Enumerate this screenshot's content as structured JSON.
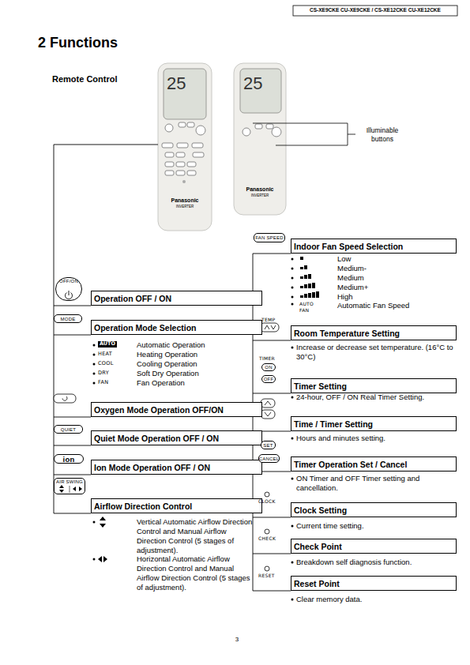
{
  "diagram": {
    "title": "2 Functions",
    "nodes": [
      {
        "text": [
          "OFF/ON"
        ]
      },
      {
        "text": [
          "Operation OFF / ON"
        ]
      },
      {
        "text": [
          "MODE"
        ]
      },
      {
        "text": [
          "Operation Mode Selection"
        ]
      },
      {
        "text": [
          "Oxygen Mode Operation OFF/ON"
        ]
      },
      {
        "text": [
          "QUIET"
        ]
      },
      {
        "text": [
          "Quiet Mode Operation OFF / ON"
        ]
      },
      {
        "text": [
          "ion"
        ]
      },
      {
        "text": [
          "Ion Mode Operation OFF / ON"
        ]
      },
      {
        "text": [
          "AIR SWING"
        ]
      },
      {
        "text": [
          "Airflow Direction Control"
        ]
      },
      {
        "text": [
          "FAN SPEED"
        ]
      },
      {
        "text": [
          "Indoor Fan Speed Selection"
        ]
      },
      {
        "text": [
          "Room Temperature Setting"
        ]
      },
      {
        "text": [
          "ON"
        ]
      },
      {
        "text": [
          "OFF"
        ]
      },
      {
        "text": [
          "Timer Setting"
        ]
      },
      {
        "text": [
          "Time / Timer Setting"
        ]
      },
      {
        "text": [
          "SET"
        ]
      },
      {
        "text": [
          "CANCEL"
        ]
      },
      {
        "text": [
          "Timer Operation Set / Cancel"
        ]
      },
      {
        "text": [
          "Clock Setting"
        ]
      },
      {
        "text": [
          "Check Point"
        ]
      },
      {
        "text": [
          "Reset Point"
        ]
      }
    ],
    "labels": [
      "CS-XE9CKE CU-XE9CKE / CS-XE12CKE CU-XE12CKE",
      "Remote Control",
      "Illuminable buttons",
      "25",
      "25",
      "Panasonic",
      "INVERTER",
      "Panasonic",
      "INVERTER",
      "AUTO",
      "Automatic Operation",
      "HEAT",
      "Heating Operation",
      "COOL",
      "Cooling Operation",
      "DRY",
      "Soft Dry Operation",
      "FAN",
      "Fan Operation",
      "Vertical Automatic Airflow Direction Control and Manual Airflow Direction Control (5 stages of adjustment).",
      "Horizontal Automatic Airflow Direction Control and Manual Airflow Direction Control (5 stages of adjustment).",
      "Low",
      "Medium-",
      "Medium",
      "Medium+",
      "High",
      "AUTO FAN",
      "Automatic Fan Speed",
      "TEMP",
      "Increase or decrease set temperature. (16°C to 30°C)",
      "TIMER",
      "24-hour, OFF / ON Real Timer Setting.",
      "Hours and minutes setting.",
      "ON Timer and OFF Timer setting and cancellation.",
      "CLOCK",
      "Current time setting.",
      "CHECK",
      "Breakdown self diagnosis function.",
      "RESET",
      "Clear memory data.",
      "3"
    ]
  }
}
